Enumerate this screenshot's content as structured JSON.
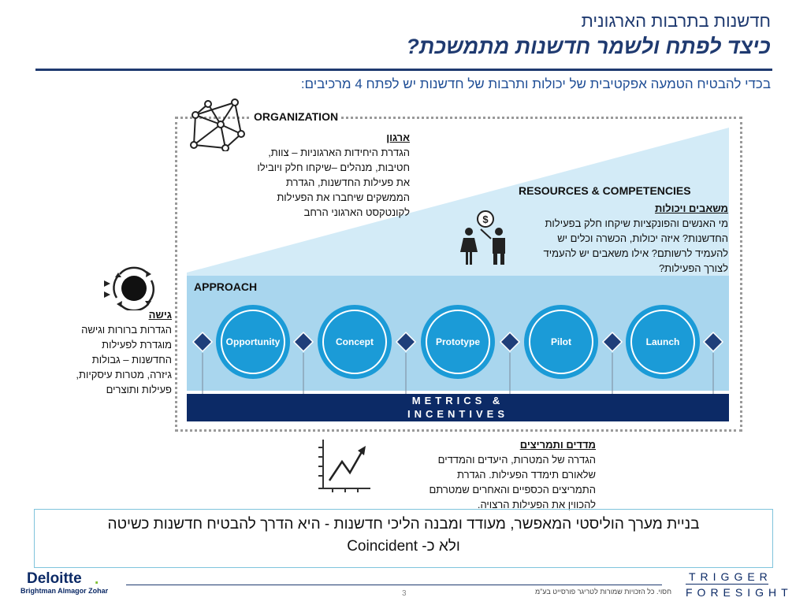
{
  "header": {
    "title": "חדשנות בתרבות הארגונית",
    "subtitle_bold": "כיצד לפתח ולשמר חדשנות מתמשכת?",
    "intro": "בכדי להבטיח הטמעה אפקטיבית של יכולות ותרבות של חדשנות יש לפתח 4 מרכיבים:"
  },
  "organization": {
    "label": "ORGANIZATION",
    "heading": "ארגון",
    "lines": [
      "הגדרת היחידות הארגוניות – צוות,",
      "חטיבות, מנהלים –שיקחו חלק ויובילו",
      "את פעילות החדשנות, הגדרת",
      "הממשקים שיחברו את הפעילות",
      "לקונטקסט הארגוני הרחב"
    ],
    "icon": "network-icon"
  },
  "resources": {
    "label": "RESOURCES & COMPETENCIES",
    "heading": "משאבים ויכולות",
    "lines": [
      "מי האנשים והפונקציות שיקחו חלק בפעילות",
      "החדשנות? איזה יכולות, הכשרה וכלים יש",
      "להעמיד לרשותם? אילו משאבים יש להעמיד",
      "לצורך הפעילות?"
    ],
    "icon": "people-money-icon",
    "money_symbol": "$"
  },
  "approach": {
    "label": "APPROACH",
    "heading": "גישה",
    "lines": [
      "הגדרות ברורות וגישה",
      "מוגדרת לפעילות",
      "החדשנות – גבולות",
      "גיזרה, מטרות עיסקיות,",
      "פעילות ותוצרים"
    ],
    "icon": "cycle-icon",
    "stages": [
      "Opportunity",
      "Concept",
      "Prototype",
      "Pilot",
      "Launch"
    ]
  },
  "metrics": {
    "bar_line1": "METRICS &",
    "bar_line2": "INCENTIVES",
    "heading": "מדדים ותמריצים",
    "lines": [
      "הגדרה של המטרות, היעדים והמדדים",
      "שלאורם תימדד הפעילות. הגדרת",
      "התמריצים הכספיים והאחרים שמטרתם",
      "להכווין את הפעילות הרצויה."
    ],
    "icon": "growth-chart-icon"
  },
  "conclusion": {
    "line1": "בניית מערך הוליסטי המאפשר, מעודד ומבנה הליכי חדשנות  - היא הדרך להבטיח חדשנות כשיטה",
    "line2": "ולא כ- Coincident"
  },
  "footer": {
    "deloitte": "Deloitte",
    "deloitte_dot": ".",
    "deloitte_sub": "Brightman Almagor Zohar",
    "page": "3",
    "copyright": "חסוי. כל הזכויות שמורות לטריגר פורסייט בע\"מ",
    "brand_line1": "TRIGGER",
    "brand_line2": "FORESIGHT"
  },
  "colors": {
    "navy": "#0c2a66",
    "title_blue": "#1f3a70",
    "light_blue": "#a9d6ee",
    "circle_blue": "#1b9bd7",
    "diamond_navy": "#1f3f7a"
  }
}
